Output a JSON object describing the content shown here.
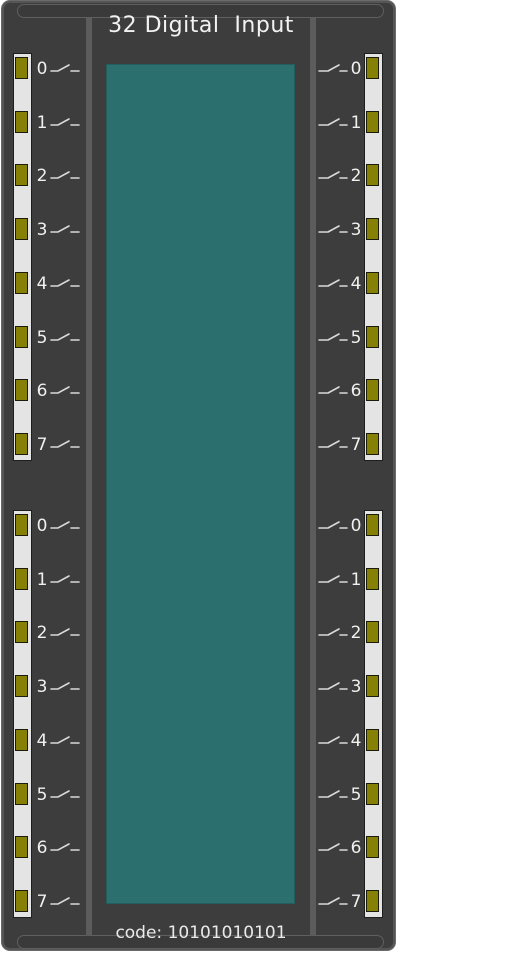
{
  "module": {
    "title": "32 Digital  Input",
    "code_text": "code: 10101010101",
    "led_color": "#878007",
    "screen_color": "#2b6f6e"
  },
  "groups": [
    {
      "id": "left-upper",
      "channels": [
        "0",
        "1",
        "2",
        "3",
        "4",
        "5",
        "6",
        "7"
      ]
    },
    {
      "id": "left-lower",
      "channels": [
        "0",
        "1",
        "2",
        "3",
        "4",
        "5",
        "6",
        "7"
      ]
    },
    {
      "id": "right-upper",
      "channels": [
        "0",
        "1",
        "2",
        "3",
        "4",
        "5",
        "6",
        "7"
      ]
    },
    {
      "id": "right-lower",
      "channels": [
        "0",
        "1",
        "2",
        "3",
        "4",
        "5",
        "6",
        "7"
      ]
    }
  ],
  "icons": {
    "channel_icon": "switch-icon"
  }
}
